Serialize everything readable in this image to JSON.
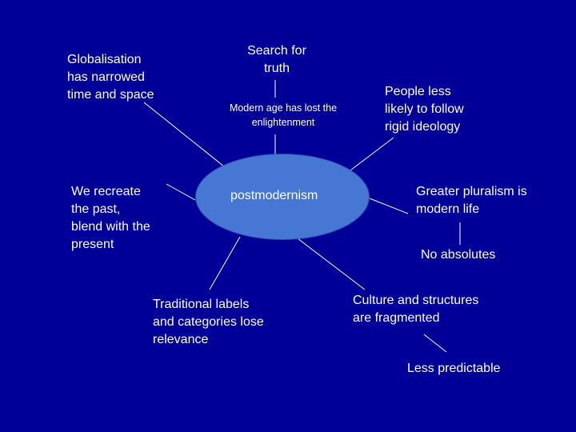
{
  "diagram": {
    "center": "postmodernism",
    "nodes": {
      "globalisation": [
        "Globalisation",
        "has narrowed",
        "time and space"
      ],
      "search_truth": [
        "Search for",
        "truth"
      ],
      "modern_age": [
        "Modern age has lost the",
        "enlightenment"
      ],
      "people_less": [
        "People less",
        "likely to follow",
        "rigid ideology"
      ],
      "recreate_past": [
        "We recreate",
        "the past,",
        "blend with the",
        "present"
      ],
      "pluralism": [
        "Greater pluralism is",
        "modern life"
      ],
      "no_absolutes": "No absolutes",
      "traditional_labels": [
        "Traditional labels",
        "and categories lose",
        "relevance"
      ],
      "culture_fragmented": [
        "Culture and structures",
        "are fragmented"
      ],
      "less_predictable": "Less predictable"
    }
  }
}
